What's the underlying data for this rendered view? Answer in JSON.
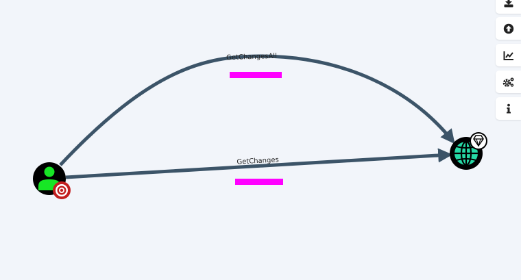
{
  "graph": {
    "edges": [
      {
        "label": "GetChangesAll",
        "source": "user",
        "target": "domain"
      },
      {
        "label": "GetChanges",
        "source": "user",
        "target": "domain"
      }
    ],
    "nodes": [
      {
        "id": "user",
        "type": "User",
        "badge": "target-icon",
        "icon": "user-icon"
      },
      {
        "id": "domain",
        "type": "Domain",
        "badge": "gem-icon",
        "icon": "globe-icon"
      }
    ],
    "redaction_color": "#ff00ff",
    "edge_color": "#3c5468"
  },
  "toolbar": {
    "buttons": [
      {
        "name": "download-button",
        "icon": "download-icon"
      },
      {
        "name": "upload-button",
        "icon": "upload-icon"
      },
      {
        "name": "stats-button",
        "icon": "chart-icon"
      },
      {
        "name": "settings-button",
        "icon": "gears-icon"
      },
      {
        "name": "info-button",
        "icon": "info-icon"
      }
    ]
  }
}
